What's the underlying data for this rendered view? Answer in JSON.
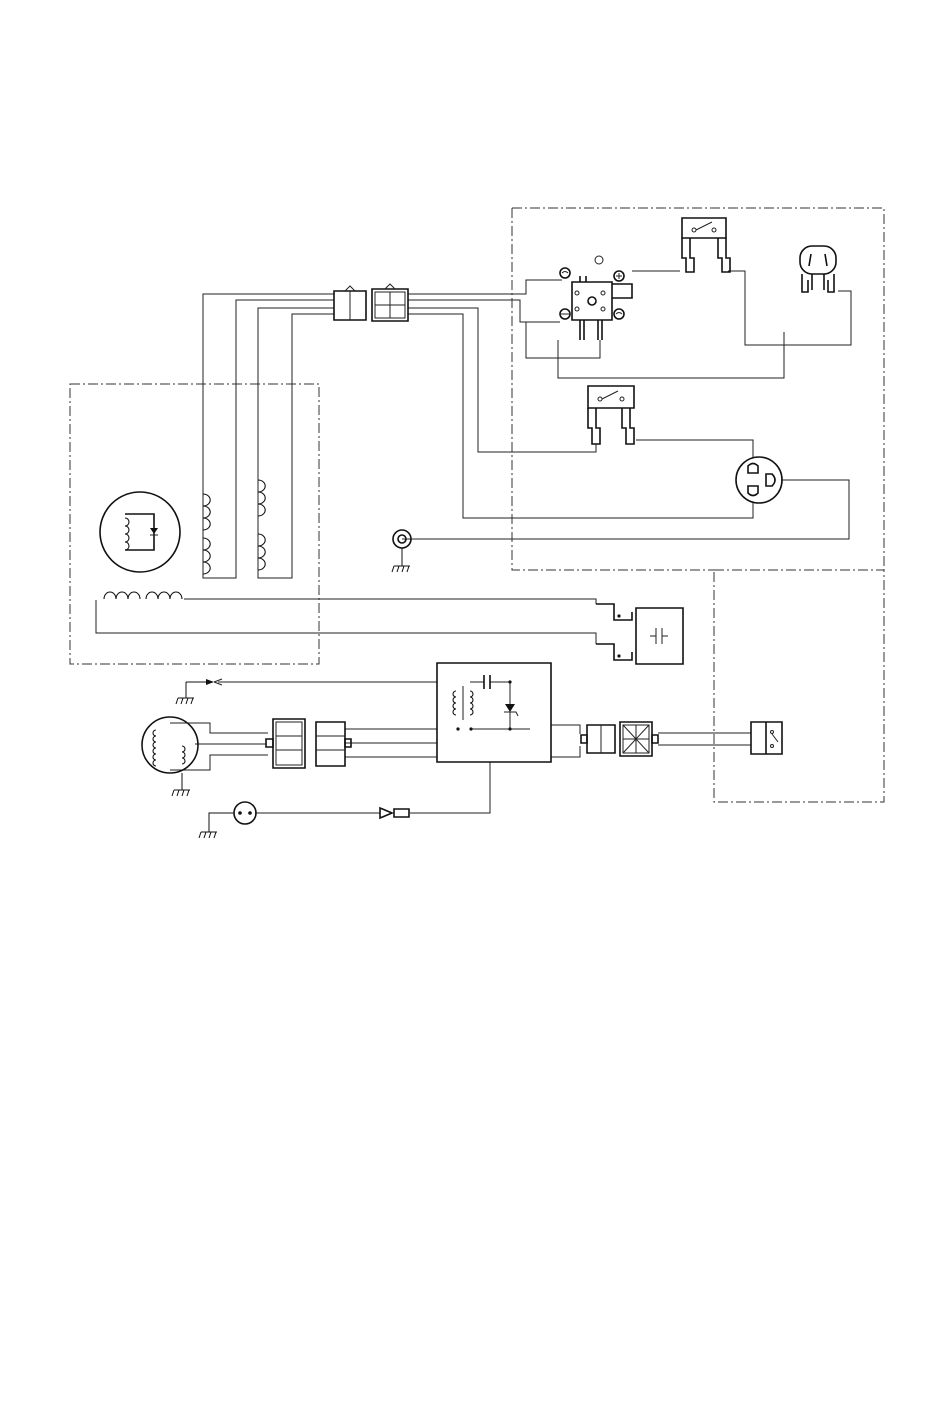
{
  "diagram": {
    "kind": "wiring-schematic",
    "components": [
      "4-pin-connector-left",
      "4-pin-connector-right",
      "ac-socket-selector",
      "circuit-breaker-top",
      "ac-receptacle",
      "circuit-breaker-middle",
      "grounded-receptacle",
      "ground-terminal",
      "alternator-rotor",
      "stator-windings",
      "exciter-winding",
      "capacitor",
      "cdi-unit",
      "pulser-coil",
      "pulser-connector-left",
      "pulser-connector-right",
      "oil-sensor-connector-left",
      "oil-sensor-connector-right",
      "oil-level-switch",
      "spark-plug",
      "ignition-diode"
    ],
    "text": []
  }
}
